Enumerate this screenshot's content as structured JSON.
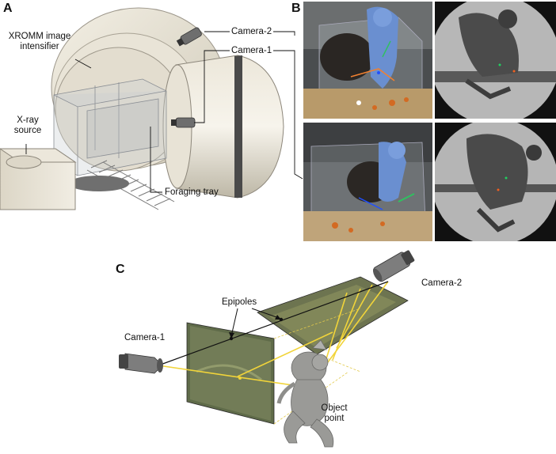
{
  "panels": {
    "a": {
      "letter": "A",
      "labels": {
        "intensifier": "XROMM image intensifier",
        "camera2": "Camera-2",
        "camera1": "Camera-1",
        "xray_source": "X-ray source",
        "foraging_tray": "Foraging tray"
      }
    },
    "b": {
      "letter": "B"
    },
    "c": {
      "letter": "C",
      "labels": {
        "camera2": "Camera-2",
        "camera1": "Camera-1",
        "epipoles": "Epipoles",
        "object_point": "Object point"
      }
    }
  }
}
